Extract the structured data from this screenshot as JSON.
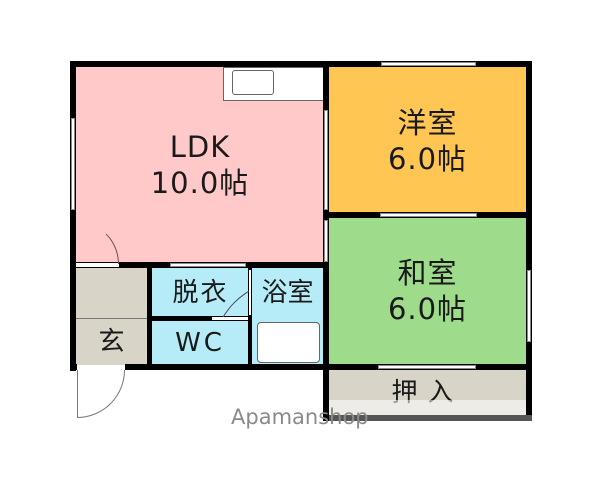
{
  "floorplan": {
    "colors": {
      "ldk": "#ffc9c9",
      "western": "#ffc653",
      "japanese": "#9edc8c",
      "wet": "#b6ecf7",
      "storage": "#d9d4c8",
      "wall": "#000000"
    },
    "rooms": {
      "ldk": {
        "name": "LDK",
        "size": "10.0帖"
      },
      "western": {
        "name": "洋室",
        "size": "6.0帖"
      },
      "japanese": {
        "name": "和室",
        "size": "6.0帖"
      },
      "dressing": {
        "name": "脱衣"
      },
      "bath": {
        "name": "浴室"
      },
      "toilet": {
        "name": "WC"
      },
      "entrance": {
        "name": "玄"
      },
      "closet": {
        "name": "押入"
      }
    },
    "watermark": "Apamanshop"
  }
}
